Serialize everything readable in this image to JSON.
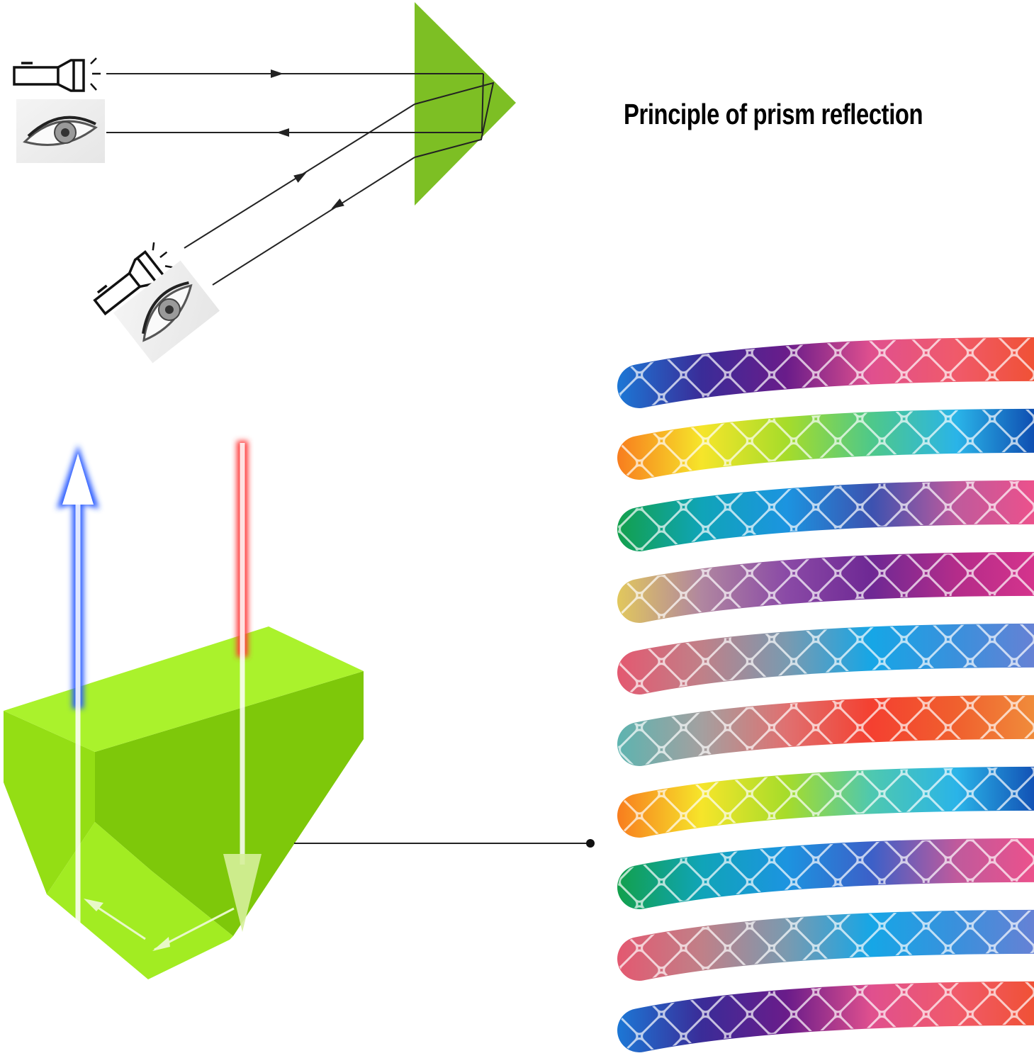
{
  "title": "Principle of prism reflection",
  "colors": {
    "prism_2d": "#7dbf24",
    "prism_top": "#aaf22c",
    "prism_front": "#7ec80a",
    "prism_left": "#94de14",
    "prism_bottom": "#a2ec22",
    "incoming_ray": "#ff3a3a",
    "reflected_ray": "#2a5cff",
    "line": "#222222"
  },
  "reflective_strips": [
    {
      "name": "blue-purple-pink-red",
      "colors": [
        "#1c78d6",
        "#3a2c98",
        "#6a1c8a",
        "#e0508e",
        "#f05a6a",
        "#f05030"
      ]
    },
    {
      "name": "orange-yellow-green-blue",
      "colors": [
        "#f87c1e",
        "#f6e52a",
        "#a6dc2a",
        "#4ec88a",
        "#2ab4e8",
        "#0c44ac"
      ]
    },
    {
      "name": "green-cyan-blue-pink",
      "colors": [
        "#12a04a",
        "#10a4b8",
        "#1c94e0",
        "#3c52b0",
        "#c05a9c",
        "#f0508a"
      ]
    },
    {
      "name": "tan-purple-magenta",
      "colors": [
        "#e2c85c",
        "#b086a0",
        "#8a4aa6",
        "#6e2894",
        "#b42c8a",
        "#d8348c"
      ]
    },
    {
      "name": "red-skyblue-periwinkle",
      "colors": [
        "#e45870",
        "#c08088",
        "#7a9ab0",
        "#16a6e6",
        "#3a90dc",
        "#6a80d4"
      ]
    },
    {
      "name": "teal-red-orange",
      "colors": [
        "#5cb4b0",
        "#a4a0a0",
        "#e07070",
        "#f44030",
        "#f0602e",
        "#f0903c"
      ]
    },
    {
      "name": "orange-yellow-cyan-blue",
      "colors": [
        "#f87c1e",
        "#f6e52a",
        "#a6dc2a",
        "#4ec8b0",
        "#2ab4e8",
        "#1048b0"
      ]
    },
    {
      "name": "green-blue-pink",
      "colors": [
        "#12a04a",
        "#10a4b8",
        "#1c94e0",
        "#3c60c8",
        "#c05a9c",
        "#f0508a"
      ]
    },
    {
      "name": "red-skyblue-periwinkle-2",
      "colors": [
        "#e45870",
        "#c08088",
        "#7a9ab0",
        "#16a6e6",
        "#3a90dc",
        "#6a80d4"
      ]
    },
    {
      "name": "blue-purple-pink-red-2",
      "colors": [
        "#1c78d6",
        "#3a2c98",
        "#6a1c8a",
        "#e0508e",
        "#f05a6a",
        "#f05030"
      ]
    }
  ]
}
